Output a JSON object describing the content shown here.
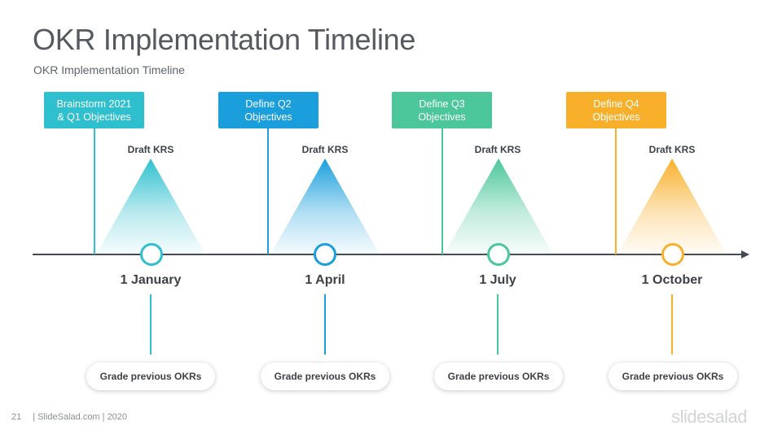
{
  "slide": {
    "title": "OKR Implementation Timeline",
    "subtitle": "OKR Implementation Timeline"
  },
  "quarters": [
    {
      "label": "Brainstorm  2021\n& Q1 Objectives",
      "draft": "Draft KRS",
      "date": "1 January",
      "grade": "Grade previous  OKRs",
      "color": "#2fc0cf"
    },
    {
      "label": "Define  Q2\nObjectives",
      "draft": "Draft KRS",
      "date": "1 April",
      "grade": "Grade previous  OKRs",
      "color": "#1a9fdc"
    },
    {
      "label": "Define  Q3\nObjectives",
      "draft": "Draft KRS",
      "date": "1 July",
      "grade": "Grade previous  OKRs",
      "color": "#4cc79c"
    },
    {
      "label": "Define  Q4\nObjectives",
      "draft": "Draft KRS",
      "date": "1 October",
      "grade": "Grade previous  OKRs",
      "color": "#f8b02b"
    }
  ],
  "footer": {
    "page_number": "21",
    "source": "| SlideSalad.com | 2020",
    "brand": "slidesalad"
  }
}
